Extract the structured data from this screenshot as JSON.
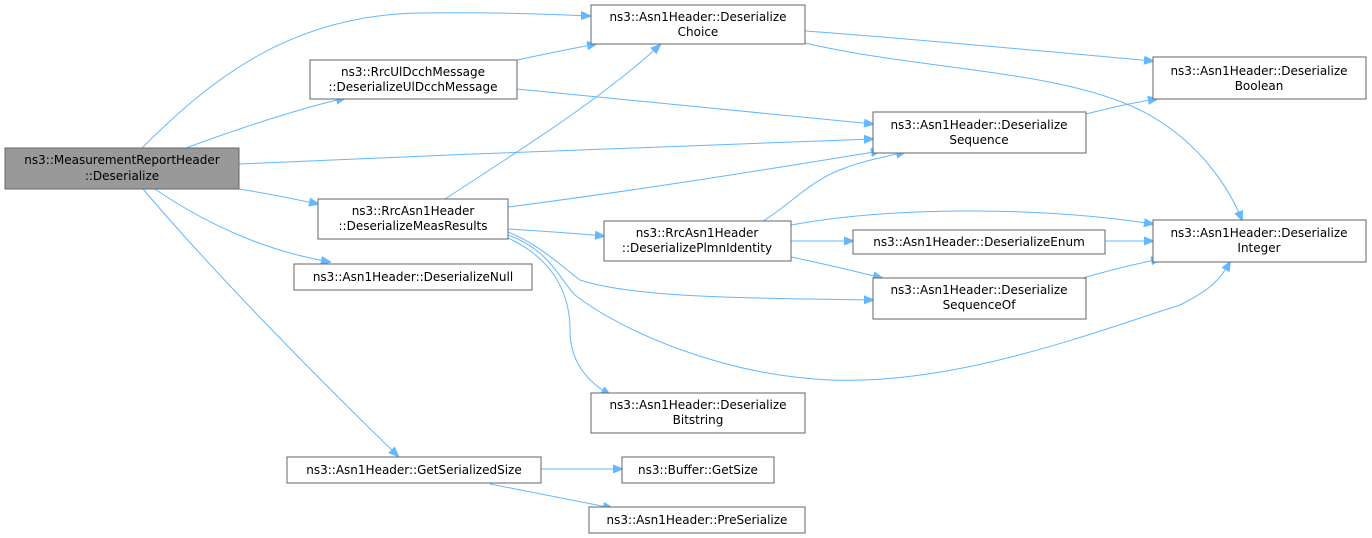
{
  "graph": {
    "nodes": {
      "n_root": {
        "lines": [
          "ns3::MeasurementReportHeader",
          "::Deserialize"
        ],
        "root": true
      },
      "n_choice": {
        "lines": [
          "ns3::Asn1Header::Deserialize",
          "Choice"
        ]
      },
      "n_uldcch": {
        "lines": [
          "ns3::RrcUlDcchMessage",
          "::DeserializeUlDcchMessage"
        ]
      },
      "n_boolean": {
        "lines": [
          "ns3::Asn1Header::Deserialize",
          "Boolean"
        ]
      },
      "n_sequence": {
        "lines": [
          "ns3::Asn1Header::Deserialize",
          "Sequence"
        ]
      },
      "n_measresults": {
        "lines": [
          "ns3::RrcAsn1Header",
          "::DeserializeMeasResults"
        ]
      },
      "n_plmn": {
        "lines": [
          "ns3::RrcAsn1Header",
          "::DeserializePlmnIdentity"
        ]
      },
      "n_enum": {
        "lines": [
          "ns3::Asn1Header::DeserializeEnum"
        ]
      },
      "n_integer": {
        "lines": [
          "ns3::Asn1Header::Deserialize",
          "Integer"
        ]
      },
      "n_null": {
        "lines": [
          "ns3::Asn1Header::DeserializeNull"
        ]
      },
      "n_sequenceof": {
        "lines": [
          "ns3::Asn1Header::Deserialize",
          "SequenceOf"
        ]
      },
      "n_bitstring": {
        "lines": [
          "ns3::Asn1Header::Deserialize",
          "Bitstring"
        ]
      },
      "n_getsize": {
        "lines": [
          "ns3::Asn1Header::GetSerializedSize"
        ]
      },
      "n_buffersize": {
        "lines": [
          "ns3::Buffer::GetSize"
        ]
      },
      "n_preserialize": {
        "lines": [
          "ns3::Asn1Header::PreSerialize"
        ]
      }
    },
    "edges": [
      [
        "n_root",
        "n_choice"
      ],
      [
        "n_root",
        "n_uldcch"
      ],
      [
        "n_root",
        "n_sequence"
      ],
      [
        "n_root",
        "n_measresults"
      ],
      [
        "n_root",
        "n_null"
      ],
      [
        "n_root",
        "n_getsize"
      ],
      [
        "n_uldcch",
        "n_choice"
      ],
      [
        "n_uldcch",
        "n_sequence"
      ],
      [
        "n_choice",
        "n_boolean"
      ],
      [
        "n_choice",
        "n_integer"
      ],
      [
        "n_sequence",
        "n_boolean"
      ],
      [
        "n_measresults",
        "n_choice"
      ],
      [
        "n_measresults",
        "n_sequence"
      ],
      [
        "n_measresults",
        "n_plmn"
      ],
      [
        "n_measresults",
        "n_sequenceof"
      ],
      [
        "n_measresults",
        "n_integer"
      ],
      [
        "n_measresults",
        "n_bitstring"
      ],
      [
        "n_plmn",
        "n_sequence"
      ],
      [
        "n_plmn",
        "n_integer"
      ],
      [
        "n_plmn",
        "n_enum"
      ],
      [
        "n_plmn",
        "n_sequenceof"
      ],
      [
        "n_enum",
        "n_integer"
      ],
      [
        "n_sequenceof",
        "n_integer"
      ],
      [
        "n_getsize",
        "n_buffersize"
      ],
      [
        "n_getsize",
        "n_preserialize"
      ]
    ],
    "colors": {
      "edge": "#63b8ff",
      "node_border": "#666666",
      "root_fill": "#999999",
      "node_fill": "#ffffff"
    }
  }
}
